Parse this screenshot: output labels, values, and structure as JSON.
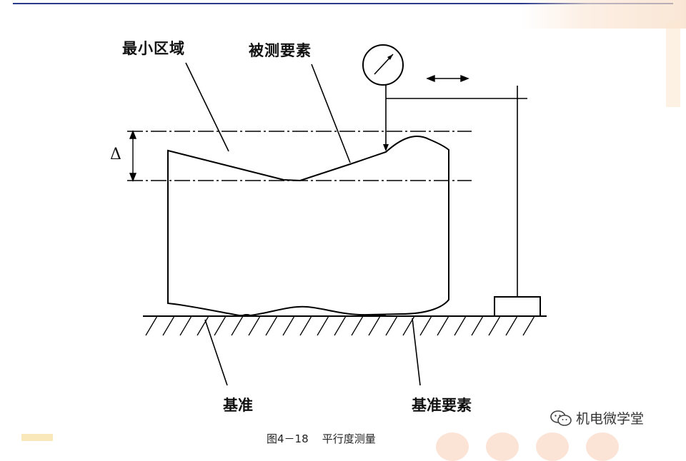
{
  "labels": {
    "min_zone": "最小区域",
    "measured_element": "被测要素",
    "delta": "Δ",
    "datum": "基准",
    "datum_element": "基准要素"
  },
  "caption": "图4－18    平行度测量",
  "brand": {
    "text": "机电微学堂",
    "icon": "wechat-icon"
  },
  "colors": {
    "line": "#000000",
    "rule": "#2a3a8c"
  }
}
